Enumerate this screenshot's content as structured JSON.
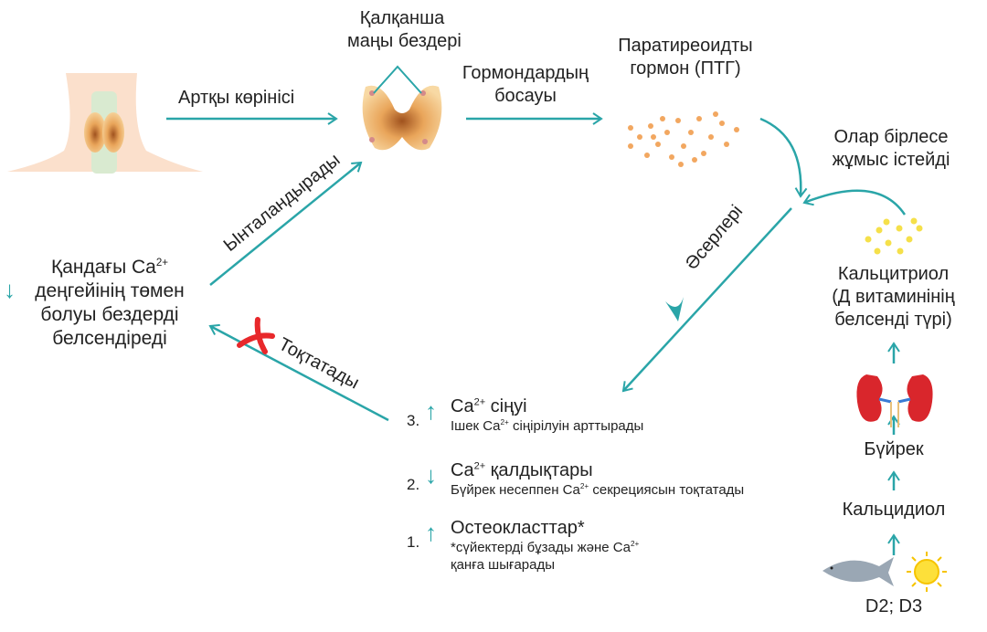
{
  "colors": {
    "accent": "#2aa5a8",
    "inhibit": "#e8282b",
    "text": "#222222"
  },
  "labels": {
    "back_view": "Артқы көрінісі",
    "glands_title_1": "Қалқанша",
    "glands_title_2": "маңы бездері",
    "release_1": "Гормондардың",
    "release_2": "босауы",
    "pth_1": "Паратиреоидты",
    "pth_2": "гормон (ПТГ)",
    "together_1": "Олар бірлесе",
    "together_2": "жұмыс істейді",
    "calcitriol_1": "Кальцитриол",
    "calcitriol_2": "(Д витаминінің",
    "calcitriol_3": "белсенді түрі)",
    "kidney": "Бүйрек",
    "calcidiol": "Кальцидиол",
    "d_vitamins": "D2; D3",
    "effects": "Әсерлері",
    "stimulates": "Ынталандырады",
    "inhibits": "Тоқтатады",
    "low_ca_1": "Қандағы Ca",
    "low_ca_sup": "2+",
    "low_ca_2": "деңгейінің төмен",
    "low_ca_3": "болуы бездерді",
    "low_ca_4": "белсендіреді"
  },
  "effects_list": [
    {
      "num": "3.",
      "dir": "up",
      "title_pre": "Ca",
      "sup": "2+",
      "title_post": " сіңуі",
      "sub_pre": "Ішек Ca",
      "sub_post": " сіңірілуін арттырады"
    },
    {
      "num": "2.",
      "dir": "down",
      "title_pre": "Ca",
      "sup": "2+",
      "title_post": " қалдықтары",
      "sub_pre": "Бүйрек несеппен Ca",
      "sub_post": " секрециясын тоқтатады"
    },
    {
      "num": "1.",
      "dir": "up",
      "title_pre": "Остеокласттар*",
      "sup": "",
      "title_post": "",
      "sub_pre": "*сүйектерді бұзады және Ca",
      "sub_post": "",
      "sub_line2": "қанға шығарады"
    }
  ],
  "icons": {
    "up": "↑",
    "down": "↓"
  }
}
